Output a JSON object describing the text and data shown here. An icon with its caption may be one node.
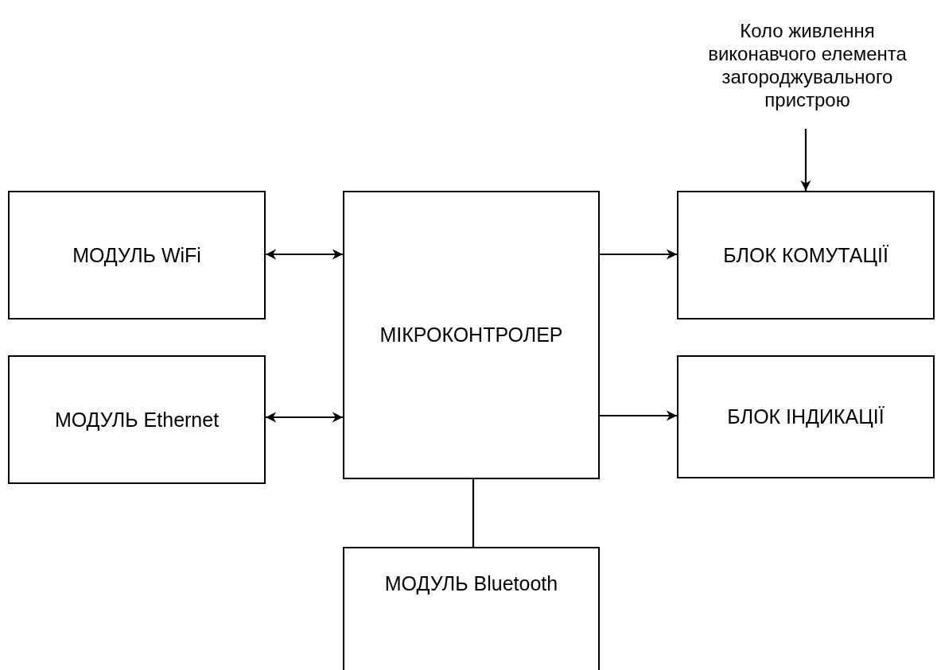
{
  "diagram": {
    "nodes": [
      {
        "text": [
          "МОДУЛЬ WiFi"
        ]
      },
      {
        "text": [
          "МОДУЛЬ Ethernet"
        ]
      },
      {
        "text": [
          "МІКРОКОНТРОЛЕР"
        ]
      },
      {
        "text": [
          "БЛОК КОМУТАЦІЇ"
        ]
      },
      {
        "text": [
          "БЛОК ІНДИКАЦІЇ"
        ]
      },
      {
        "text": [
          "МОДУЛЬ Bluetooth"
        ]
      },
      {
        "text": [
          "Коло живлення виконавчого елемента загороджувального пристрою"
        ]
      }
    ],
    "edges": [
      {
        "from": 0,
        "to": 2,
        "arrow": "both"
      },
      {
        "from": 1,
        "to": 2,
        "arrow": "both"
      },
      {
        "from": 2,
        "to": 3,
        "arrow": "to"
      },
      {
        "from": 2,
        "to": 4,
        "arrow": "to"
      },
      {
        "from": 2,
        "to": 5,
        "arrow": "none"
      },
      {
        "from": 6,
        "to": 3,
        "arrow": "to"
      }
    ]
  }
}
